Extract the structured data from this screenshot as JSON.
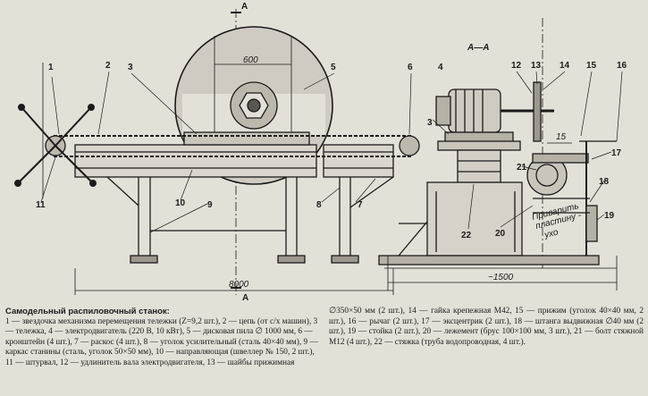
{
  "figure": {
    "section_marks": {
      "top": "А",
      "bottom": "А",
      "view": "А—А"
    },
    "dimensions": {
      "saw_width": "600",
      "length_total": "8000",
      "length_side": "~1500",
      "gap": "15"
    },
    "part_numbers": [
      "1",
      "2",
      "3",
      "4",
      "5",
      "6",
      "7",
      "8",
      "9",
      "10",
      "11",
      "12",
      "13",
      "14",
      "15",
      "16",
      "17",
      "18",
      "19",
      "20",
      "21",
      "22",
      "3"
    ],
    "inscription_lines": [
      "Приварить",
      "пластину -",
      "ухо"
    ]
  },
  "caption": {
    "title": "Самодельный распиловочный станок:",
    "left_text": "1 — звездочка механизма перемещения тележки (Z=9,2 шт.), 2 — цепь (от с/х машин), 3 — тележка, 4 — электродвигатель (220 В, 10 кВт), 5 — дисковая пила ∅ 1000 мм, 6 — кронштейн (4 шт.), 7 — раскос (4 шт.), 8 — уголок усилительный (сталь 40×40 мм), 9 — каркас станины (сталь, уголок 50×50 мм), 10 — направляющая (швеллер № 150, 2 шт.), 11 — штурвал, 12 — удлинитель вала электродвигателя, 13 — шайбы прижимная",
    "right_text": "∅350×50 мм (2 шт.), 14 — гайка крепежная М42, 15 — прижим (уголок 40×40 мм, 2 шт.), 16 — рычаг (2 шт.), 17 — эксцентрик (2 шт.), 18 — штанга выдвижная ∅40 мм (2 шт.), 19 — стойка (2 шт.), 20 — лежемент (брус 100×100 мм, 3 шт.), 21 — болт стяжной М12 (4 шт.), 22 — стяжка (труба водопроводная, 4 шт.)."
  }
}
